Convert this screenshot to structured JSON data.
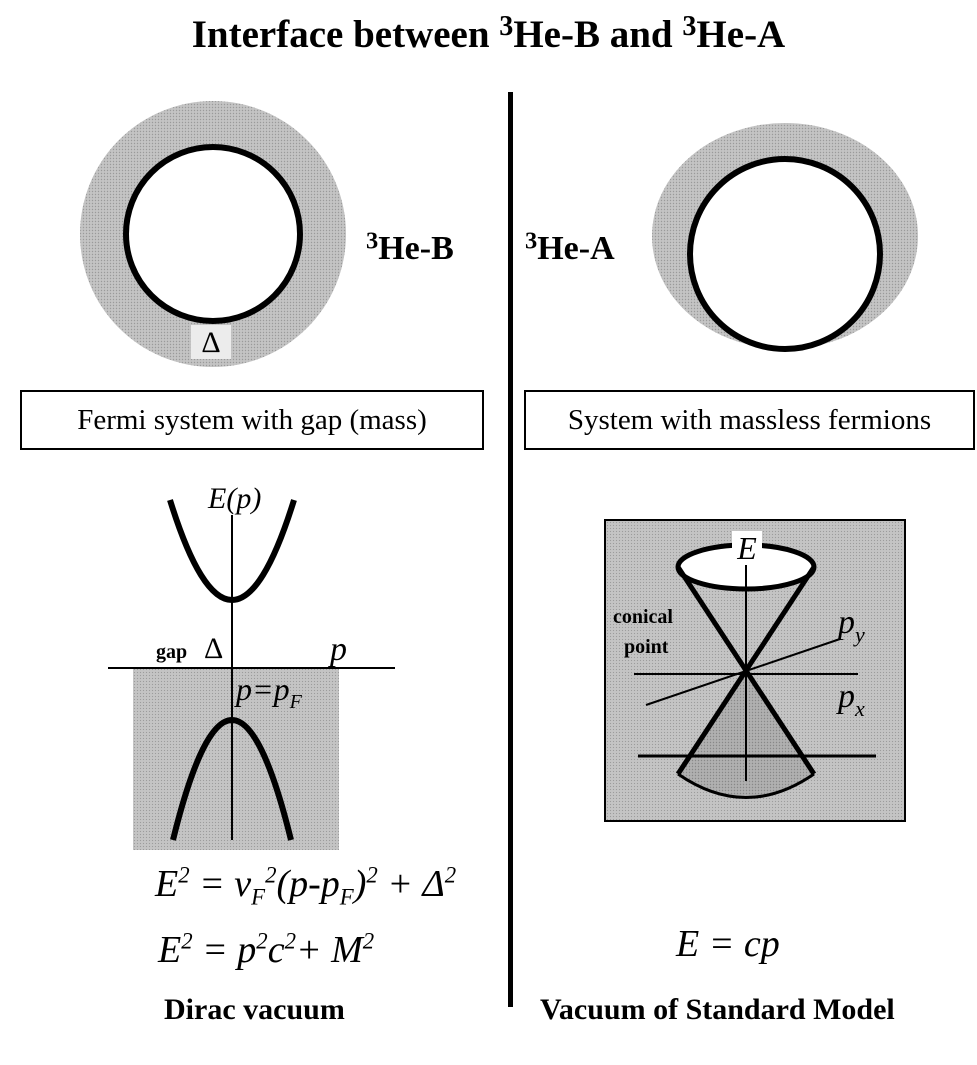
{
  "title": {
    "prefix": "Interface between ",
    "sup1": "3",
    "mid": "He-B and ",
    "sup2": "3",
    "suffix": "He-A"
  },
  "left": {
    "phase_sup": "3",
    "phase_name": "He-B",
    "gap_symbol": "Δ",
    "box_label": "Fermi system with gap (mass)",
    "energy_axis_label": "E(p)",
    "gap_label": "gap",
    "gap_symbol_plot": "Δ",
    "momentum_label": "p",
    "fermi_label": "p=p",
    "fermi_sub": "F",
    "eq1": {
      "lhs": "E",
      "exp": "2",
      "rhs_a": " = v",
      "sub_a": "F",
      "exp_a": "2",
      "rhs_b": "(p-p",
      "sub_b": "F",
      "rhs_c": ")",
      "exp_c": "2",
      "rhs_d": " + Δ",
      "exp_d": "2"
    },
    "eq2": {
      "lhs": "E",
      "exp": "2",
      "rhs_a": " = p",
      "exp_a": "2",
      "rhs_b": "c",
      "exp_b": "2",
      "rhs_c": "+ M",
      "exp_c": "2"
    },
    "caption": "Dirac vacuum"
  },
  "right": {
    "phase_sup": "3",
    "phase_name": "He-A",
    "box_label": "System with massless fermions",
    "cone_energy_label": "E",
    "conical_label_1": "conical",
    "conical_label_2": "point",
    "py_label": "p",
    "py_sub": "y",
    "px_label": "p",
    "px_sub": "x",
    "eq": "E = cp",
    "caption": "Vacuum of Standard Model"
  }
}
